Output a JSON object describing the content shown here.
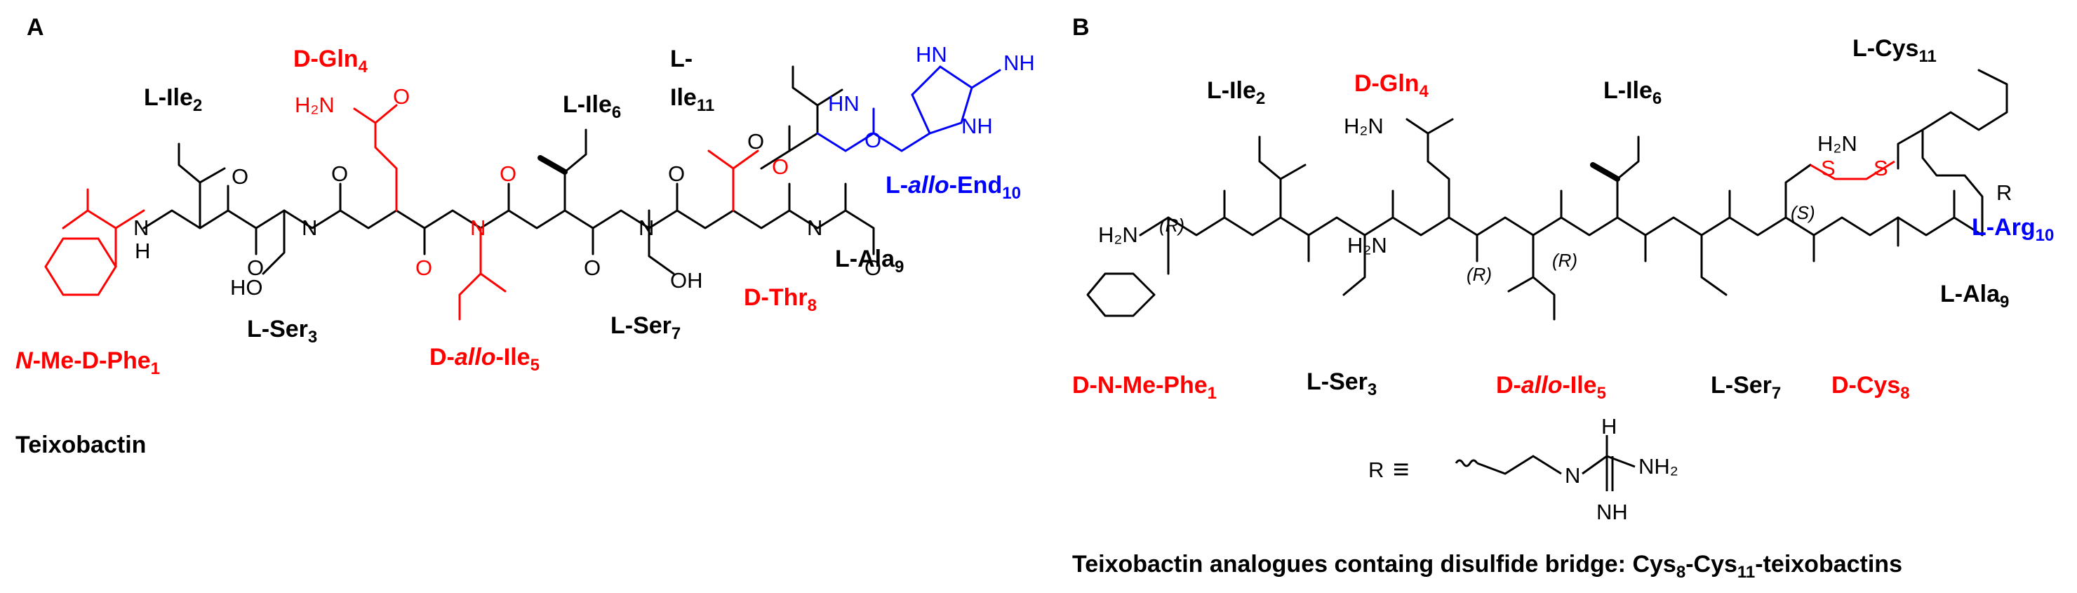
{
  "colors": {
    "black": "#000000",
    "red": "#ff0000",
    "blue": "#0000ff"
  },
  "panel_a": {
    "letter": "A",
    "caption": "Teixobactin",
    "residues": {
      "phe1": {
        "pre": "",
        "italic": "N",
        "post": "-Me-D-Phe",
        "sub": "1"
      },
      "ile2": {
        "text": "L-Ile",
        "sub": "2"
      },
      "ser3": {
        "text": "L-Ser",
        "sub": "3"
      },
      "gln4": {
        "text": "D-Gln",
        "sub": "4"
      },
      "ile5": {
        "pre": "D-",
        "italic": "allo",
        "post": "-Ile",
        "sub": "5"
      },
      "ile6": {
        "text": "L-Ile",
        "sub": "6"
      },
      "ser7": {
        "text": "L-Ser",
        "sub": "7"
      },
      "thr8": {
        "text": "D-Thr",
        "sub": "8"
      },
      "ala9": {
        "text": "L-Ala",
        "sub": "9"
      },
      "end10": {
        "pre": "L-",
        "italic": "allo",
        "post": "-End",
        "sub": "10"
      },
      "ile11_line1": "L-",
      "ile11_line2": {
        "text": "Ile",
        "sub": "11"
      }
    },
    "atoms": {
      "h2n": "H₂N",
      "o": "O",
      "n": "N",
      "h": "H",
      "ho": "HO",
      "oh": "OH",
      "hn": "HN",
      "nh": "NH",
      "h2n_gln": "H₂N"
    }
  },
  "panel_b": {
    "letter": "B",
    "caption_pre": "Teixobactin analogues containg disulfide bridge: Cys",
    "caption_sub1": "8",
    "caption_mid": "-Cys",
    "caption_sub2": "11",
    "caption_post": "-teixobactins",
    "residues": {
      "phe1": {
        "text": "D-N-Me-Phe",
        "sub": "1"
      },
      "ile2": {
        "text": "L-Ile",
        "sub": "2"
      },
      "ser3": {
        "text": "L-Ser",
        "sub": "3"
      },
      "gln4": {
        "text": "D-Gln",
        "sub": "4"
      },
      "ile5": {
        "pre": "D-",
        "italic": "allo",
        "post": "-Ile",
        "sub": "5"
      },
      "ile6": {
        "text": "L-Ile",
        "sub": "6"
      },
      "ser7": {
        "text": "L-Ser",
        "sub": "7"
      },
      "cys8": {
        "text": "D-Cys",
        "sub": "8"
      },
      "ala9": {
        "text": "L-Ala",
        "sub": "9"
      },
      "arg10": {
        "text": "L-Arg",
        "sub": "10"
      },
      "cys11": {
        "text": "L-Cys",
        "sub": "11"
      }
    },
    "stereo": {
      "r": "(R)",
      "s": "(S)"
    },
    "atoms": {
      "h2n": "H₂N",
      "s": "S",
      "r": "R",
      "nh2": "NH₂"
    },
    "r_group_eq": "≡"
  }
}
